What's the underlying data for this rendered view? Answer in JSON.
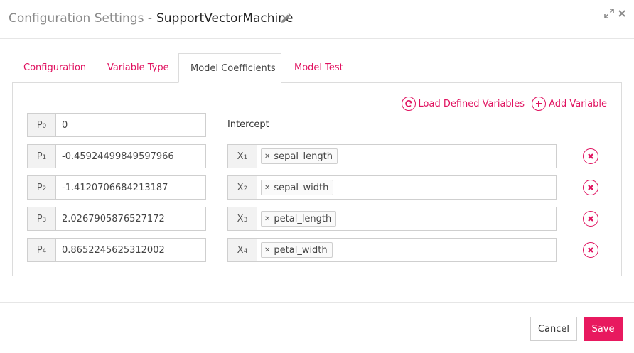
{
  "header": {
    "title_prefix": "Configuration Settings -",
    "model_name": "SupportVectorMachine"
  },
  "tabs": [
    {
      "label": "Configuration",
      "active": false
    },
    {
      "label": "Variable Type",
      "active": false
    },
    {
      "label": "Model Coefficients",
      "active": true
    },
    {
      "label": "Model Test",
      "active": false
    }
  ],
  "actions": {
    "load_defined": "Load Defined Variables",
    "add_variable": "Add Variable"
  },
  "coefficients": [
    {
      "p_label": "P",
      "p_sub": "0",
      "value": "0",
      "intercept_label": "Intercept"
    },
    {
      "p_label": "P",
      "p_sub": "1",
      "value": "-0.45924499849597966",
      "x_label": "X",
      "x_sub": "1",
      "variable": "sepal_length"
    },
    {
      "p_label": "P",
      "p_sub": "2",
      "value": "-1.4120706684213187",
      "x_label": "X",
      "x_sub": "2",
      "variable": "sepal_width"
    },
    {
      "p_label": "P",
      "p_sub": "3",
      "value": "2.0267905876527172",
      "x_label": "X",
      "x_sub": "3",
      "variable": "petal_length"
    },
    {
      "p_label": "P",
      "p_sub": "4",
      "value": "0.8652245625312002",
      "x_label": "X",
      "x_sub": "4",
      "variable": "petal_width"
    }
  ],
  "footer": {
    "cancel_label": "Cancel",
    "save_label": "Save"
  },
  "colors": {
    "accent": "#e0115f",
    "save_bg": "#e8195f"
  },
  "icons": {
    "edit": "pencil-icon",
    "expand": "expand-icon",
    "close": "close-icon",
    "refresh": "refresh-icon",
    "add": "plus-icon",
    "remove_tag": "x-icon",
    "delete_row": "delete-icon"
  }
}
